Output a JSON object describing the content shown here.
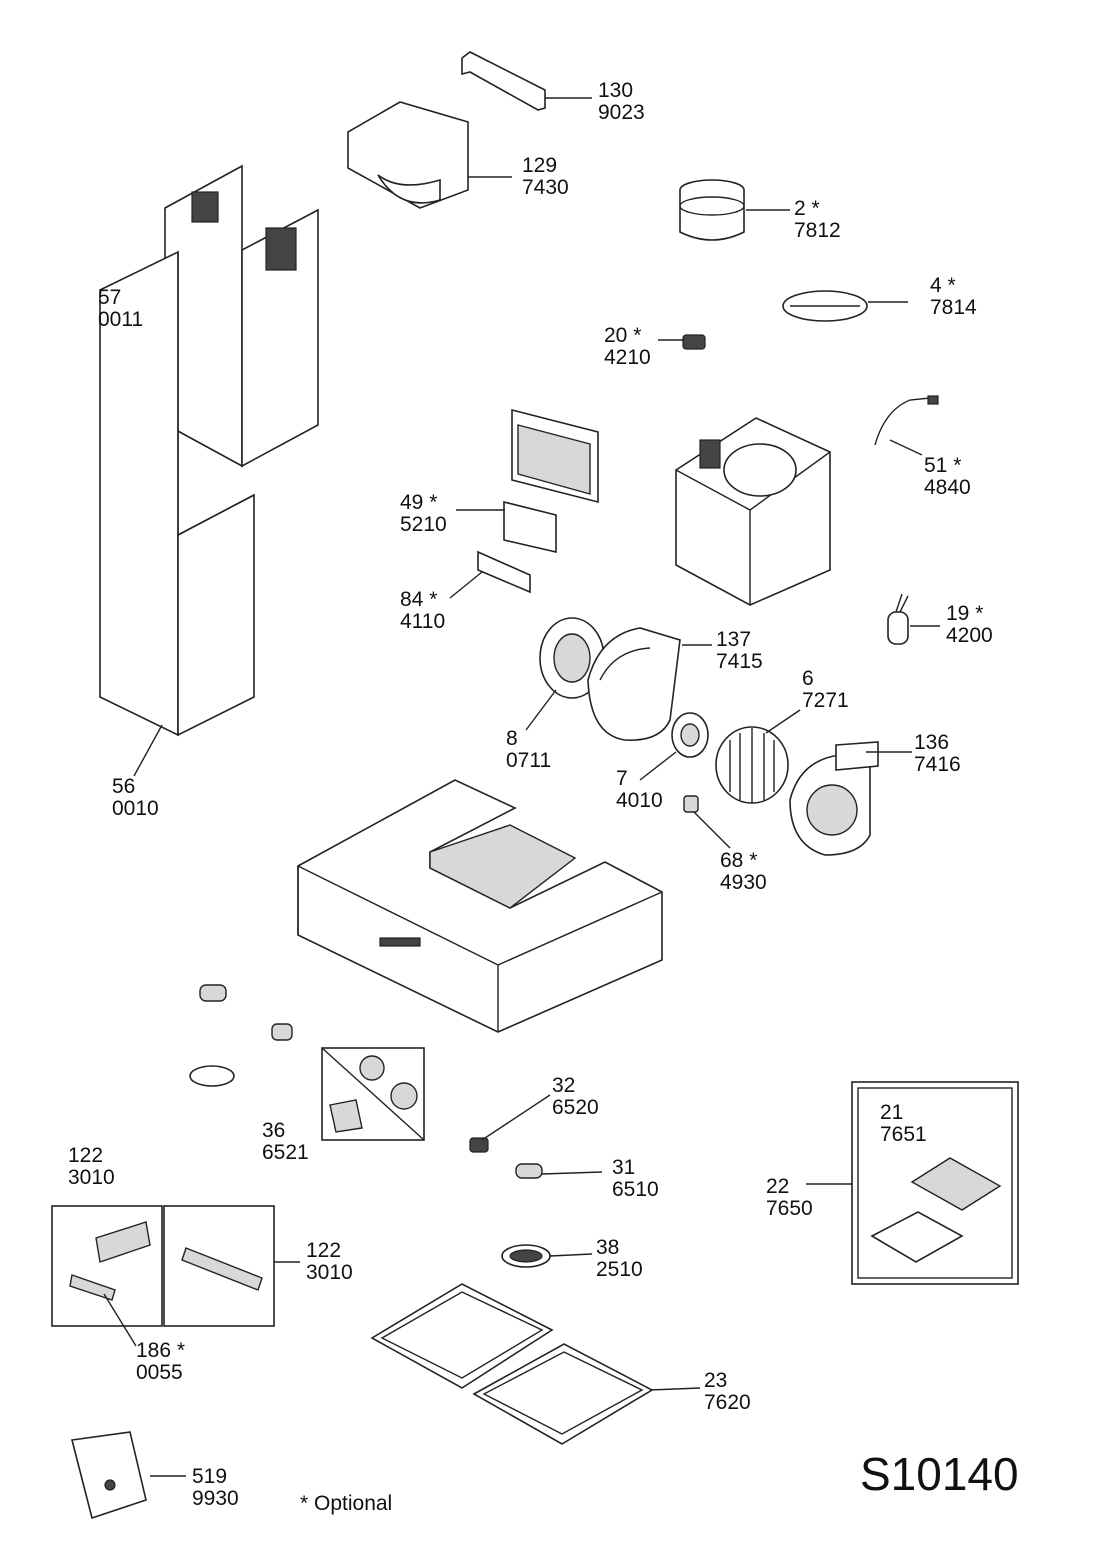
{
  "drawing_id": "S10140",
  "optional_note": "* Optional",
  "parts": [
    {
      "ref": "130",
      "code": "9023"
    },
    {
      "ref": "129",
      "code": "7430"
    },
    {
      "ref": "2 *",
      "code": "7812"
    },
    {
      "ref": "4 *",
      "code": "7814"
    },
    {
      "ref": "20 *",
      "code": "4210"
    },
    {
      "ref": "57",
      "code": "0011"
    },
    {
      "ref": "51 *",
      "code": "4840"
    },
    {
      "ref": "49 *",
      "code": "5210"
    },
    {
      "ref": "84 *",
      "code": "4110"
    },
    {
      "ref": "19 *",
      "code": "4200"
    },
    {
      "ref": "137",
      "code": "7415"
    },
    {
      "ref": "6",
      "code": "7271"
    },
    {
      "ref": "8",
      "code": "0711"
    },
    {
      "ref": "136",
      "code": "7416"
    },
    {
      "ref": "7",
      "code": "4010"
    },
    {
      "ref": "56",
      "code": "0010"
    },
    {
      "ref": "68 *",
      "code": "4930"
    },
    {
      "ref": "32",
      "code": "6520"
    },
    {
      "ref": "36",
      "code": "6521"
    },
    {
      "ref": "21",
      "code": "7651"
    },
    {
      "ref": "122",
      "code": "3010"
    },
    {
      "ref": "31",
      "code": "6510"
    },
    {
      "ref": "22",
      "code": "7650"
    },
    {
      "ref": "122",
      "code": "3010"
    },
    {
      "ref": "38",
      "code": "2510"
    },
    {
      "ref": "186 *",
      "code": "0055"
    },
    {
      "ref": "23",
      "code": "7620"
    },
    {
      "ref": "519",
      "code": "9930"
    }
  ]
}
